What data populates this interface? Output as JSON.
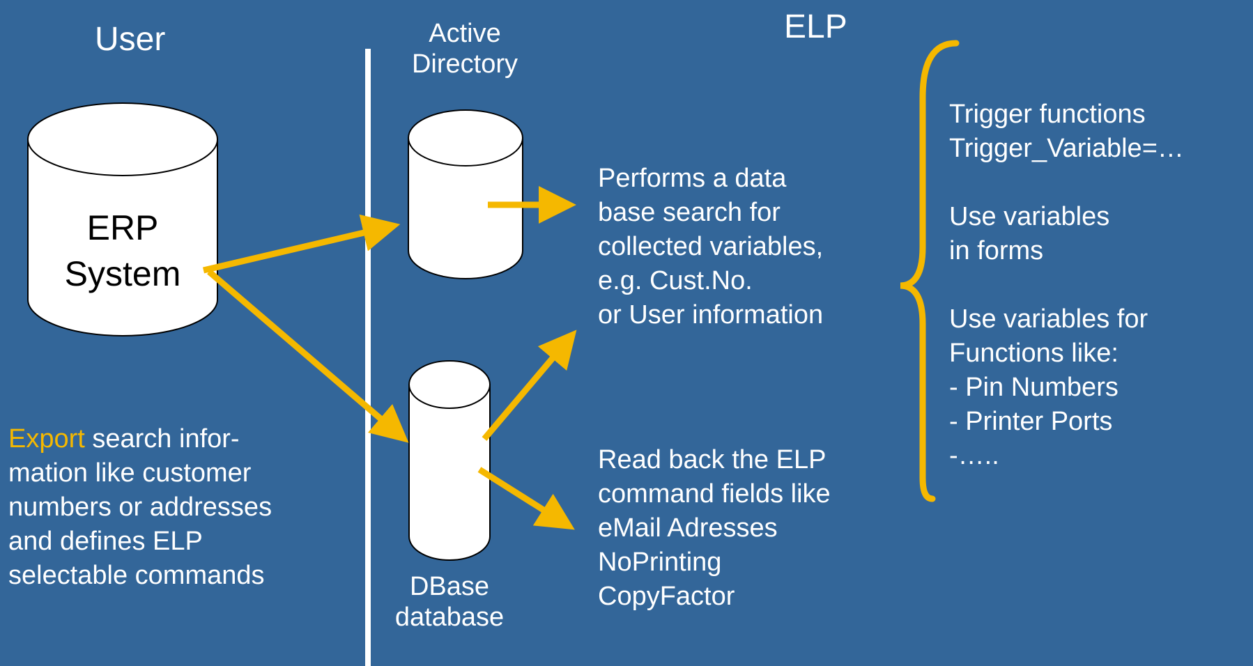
{
  "headers": {
    "user": "User",
    "elp": "ELP"
  },
  "erp": {
    "line1": "ERP",
    "line2": "System"
  },
  "active_directory": {
    "line1": "Active",
    "line2": "Directory"
  },
  "dbase": {
    "line1": "DBase",
    "line2": "database"
  },
  "export_text": {
    "highlight": "Export",
    "line1_rest": " search infor-",
    "line2": "mation like customer",
    "line3": "numbers or addresses",
    "line4": "and  defines ELP",
    "line5": "selectable commands"
  },
  "search_text": {
    "lines": [
      "Performs a data",
      "base search for",
      "collected variables,",
      "e.g. Cust.No.",
      "or User information"
    ]
  },
  "readback_text": {
    "lines": [
      "Read back the ELP",
      "command fields like",
      "eMail Adresses",
      "NoPrinting",
      "CopyFactor"
    ]
  },
  "functions_text": {
    "lines": [
      "Trigger functions",
      "Trigger_Variable=…",
      "",
      "Use variables",
      "in forms",
      "",
      "Use variables for",
      "Functions like:",
      "- Pin Numbers",
      "- Printer Ports",
      "-….."
    ]
  },
  "colors": {
    "background": "#336699",
    "arrow": "#f5b800",
    "brace": "#f5b800",
    "cylinder_fill": "#ffffff",
    "divider": "#ffffff"
  }
}
